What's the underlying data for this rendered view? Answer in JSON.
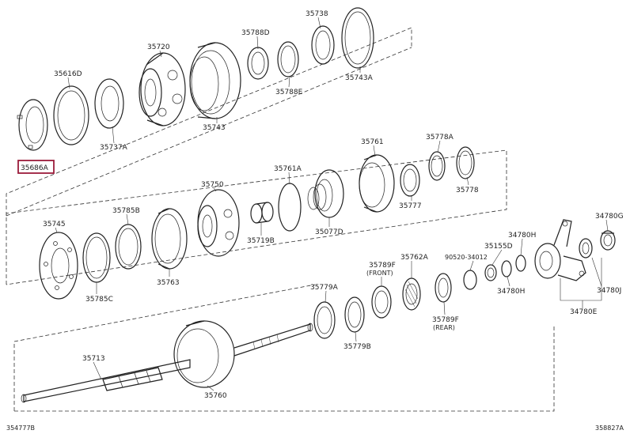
{
  "highlight_color": "#9b1b3a",
  "labels": {
    "p35738": "35738",
    "p35788d": "35788D",
    "p35720": "35720",
    "p35616d": "35616D",
    "p35788e": "35788E",
    "p35743a": "35743A",
    "p35743": "35743",
    "p35737a": "35737A",
    "p35686a": "35686A",
    "p35761": "35761",
    "p35778a": "35778A",
    "p35761a": "35761A",
    "p35750": "35750",
    "p35778": "35778",
    "p35777": "35777",
    "p35745": "35745",
    "p35785b": "35785B",
    "p35077d": "35077D",
    "p34780g": "34780G",
    "p34780h_top": "34780H",
    "p35719b": "35719B",
    "p35155d": "35155D",
    "p35762a": "35762A",
    "p90520": "90520-34012",
    "p35789f_front": "35789F",
    "front_note": "(FRONT)",
    "p35785c": "35785C",
    "p35763": "35763",
    "p34780h_bot": "34780H",
    "p34780j": "34780J",
    "p35779a": "35779A",
    "p35789f_rear": "35789F",
    "rear_note": "(REAR)",
    "p34780e": "34780E",
    "p35779b": "35779B",
    "p35713": "35713",
    "p35760": "35760",
    "fig_left": "354777B",
    "fig_right": "358827A"
  }
}
